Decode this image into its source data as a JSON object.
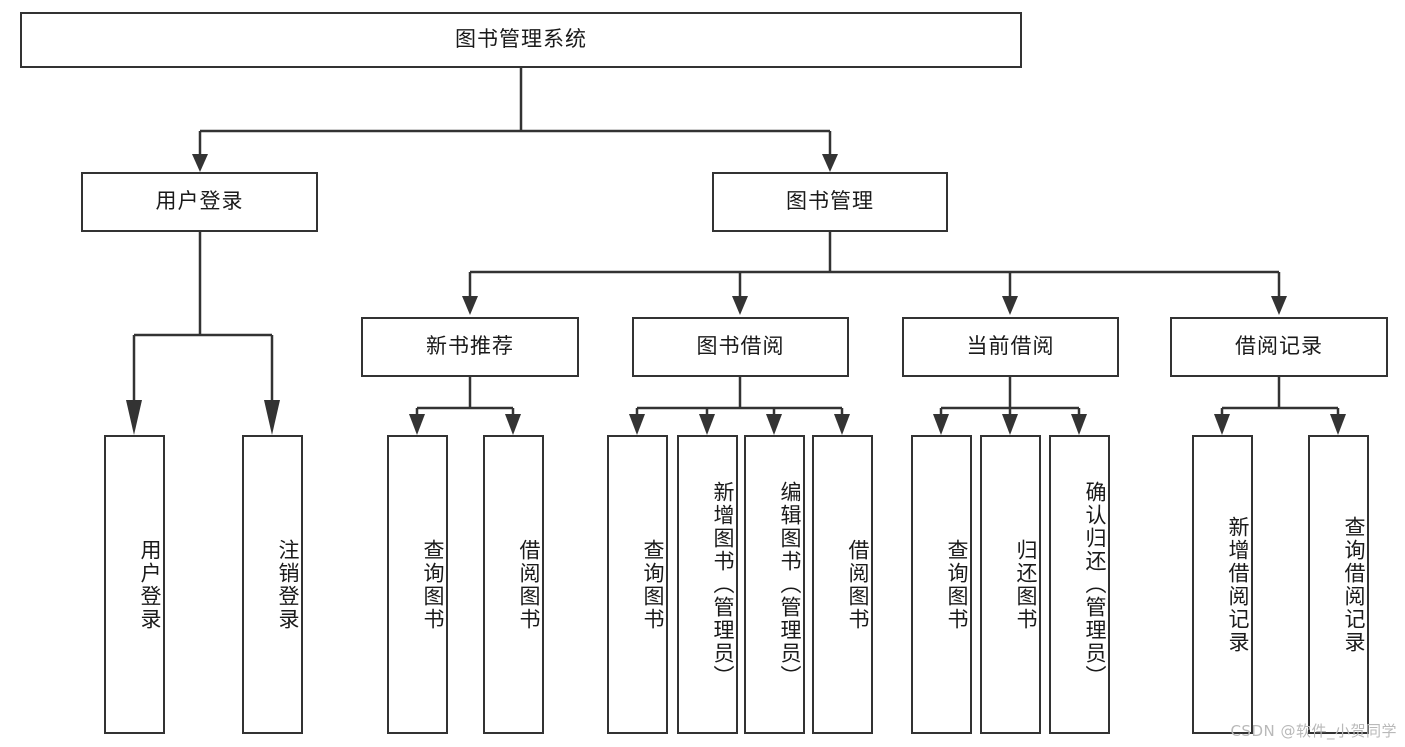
{
  "diagram": {
    "type": "tree-hierarchy",
    "title": "图书管理系统",
    "watermark": "CSDN @软件_小贺同学",
    "colors": {
      "background": "#ffffff",
      "box_border": "#333333",
      "box_fill": "#ffffff",
      "connector": "#333333",
      "text": "#1a1a1a",
      "watermark": "#b9b9b9"
    },
    "root": {
      "label": "图书管理系统"
    },
    "level2": [
      {
        "label": "用户登录"
      },
      {
        "label": "图书管理"
      }
    ],
    "level3": [
      {
        "label": "新书推荐"
      },
      {
        "label": "图书借阅"
      },
      {
        "label": "当前借阅"
      },
      {
        "label": "借阅记录"
      }
    ],
    "leaves": {
      "user_login": [
        {
          "label": "用户登录"
        },
        {
          "label": "注销登录"
        }
      ],
      "new_book_recommend": [
        {
          "label": "查询图书"
        },
        {
          "label": "借阅图书"
        }
      ],
      "book_borrow": [
        {
          "label": "查询图书"
        },
        {
          "label": "新增图书（管理员）"
        },
        {
          "label": "编辑图书（管理员）"
        },
        {
          "label": "借阅图书"
        }
      ],
      "current_borrow": [
        {
          "label": "查询图书"
        },
        {
          "label": "归还图书"
        },
        {
          "label": "确认归还（管理员）"
        }
      ],
      "borrow_record": [
        {
          "label": "新增借阅记录"
        },
        {
          "label": "查询借阅记录"
        }
      ]
    }
  }
}
